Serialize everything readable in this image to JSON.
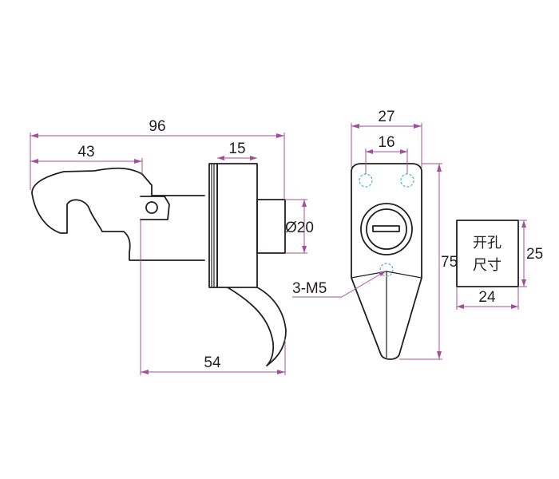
{
  "dimensions": {
    "overall_length": "96",
    "hook_length": "43",
    "body_width": "15",
    "shaft_diameter": "Ø20",
    "handle_length": "54",
    "plate_width": "27",
    "hole_spacing": "16",
    "plate_height": "75",
    "screw_holes": "3-M5",
    "cutout_height": "25",
    "cutout_width": "24"
  },
  "cutout_label": {
    "line1": "开孔",
    "line2": "尺寸"
  },
  "colors": {
    "outline": "#231f20",
    "dimension": "#a0509a",
    "hole": "#4bb7c4"
  }
}
